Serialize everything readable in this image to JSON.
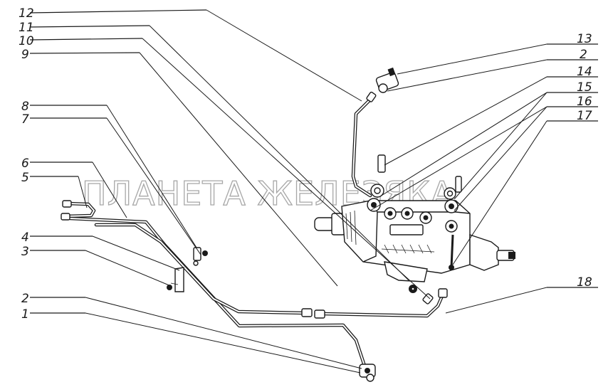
{
  "watermark": "ПЛАНЕТА ЖЕЛЕЗЯКА",
  "callouts": {
    "c1": "1",
    "c2a": "2",
    "c3": "3",
    "c4": "4",
    "c5": "5",
    "c6": "6",
    "c7": "7",
    "c8": "8",
    "c9": "9",
    "c10": "10",
    "c11": "11",
    "c12": "12",
    "c13": "13",
    "c2b": "2",
    "c14": "14",
    "c15": "15",
    "c16": "16",
    "c17": "17",
    "c18": "18"
  }
}
